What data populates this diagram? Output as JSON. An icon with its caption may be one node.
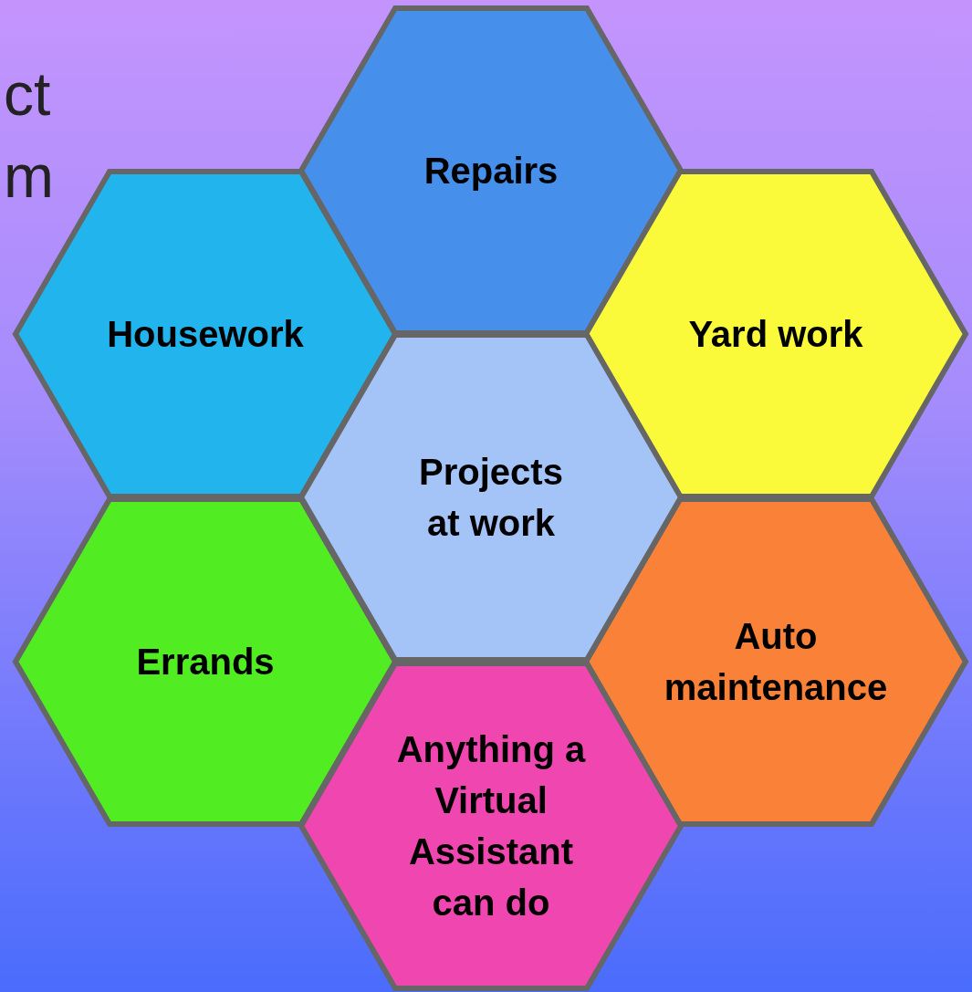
{
  "diagram": {
    "nodes": [
      {
        "text": [
          "Repairs"
        ]
      },
      {
        "text": [
          "Housework"
        ]
      },
      {
        "text": [
          "Yard work"
        ]
      },
      {
        "text": [
          "Projects at work"
        ]
      },
      {
        "text": [
          "Errands"
        ]
      },
      {
        "text": [
          "Auto maintenance"
        ]
      },
      {
        "text": [
          "Anything a Virtual Assistant can do"
        ]
      }
    ],
    "labels": [
      "ct",
      "m"
    ]
  }
}
